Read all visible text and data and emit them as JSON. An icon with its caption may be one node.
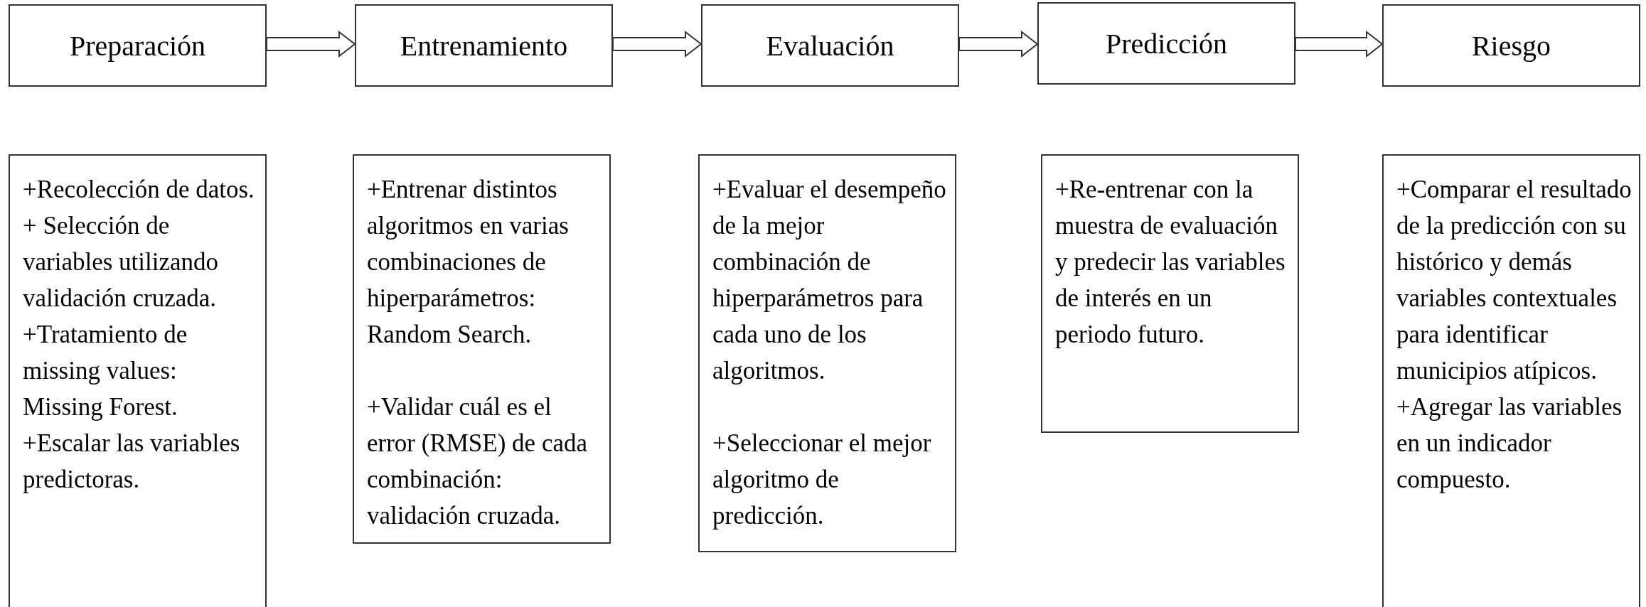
{
  "diagram": {
    "nodes": [
      {
        "text": [
          "Preparación"
        ]
      },
      {
        "text": [
          "Entrenamiento"
        ]
      },
      {
        "text": [
          "Evaluación"
        ]
      },
      {
        "text": [
          "Predicción"
        ]
      },
      {
        "text": [
          "Riesgo"
        ]
      },
      {
        "text": [
          "+Recolección de datos.",
          "+ Selección de variables utilizando validación cruzada.",
          "+Tratamiento de missing values: Missing Forest.",
          "+Escalar las variables predictoras."
        ]
      },
      {
        "text": [
          "+Entrenar distintos algoritmos en varias combinaciones de hiperparámetros: Random Search.",
          "+Validar cuál es el error (RMSE) de cada combinación: validación cruzada."
        ]
      },
      {
        "text": [
          "+Evaluar el desempeño de la mejor combinación de hiperparámetros para cada uno de los algoritmos.",
          "+Seleccionar el mejor algoritmo de predicción."
        ]
      },
      {
        "text": [
          "+Re-entrenar con la muestra de evaluación y predecir las variables de interés en un periodo futuro."
        ]
      },
      {
        "text": [
          "+Comparar el resultado de la predicción con su histórico y demás variables contextuales para identificar municipios atípicos.",
          "+Agregar las variables en un indicador compuesto."
        ]
      }
    ],
    "edges": [
      {
        "from": 0,
        "to": 1,
        "arrow": "to"
      },
      {
        "from": 1,
        "to": 2,
        "arrow": "to"
      },
      {
        "from": 2,
        "to": 3,
        "arrow": "to"
      },
      {
        "from": 3,
        "to": 4,
        "arrow": "to"
      }
    ]
  }
}
